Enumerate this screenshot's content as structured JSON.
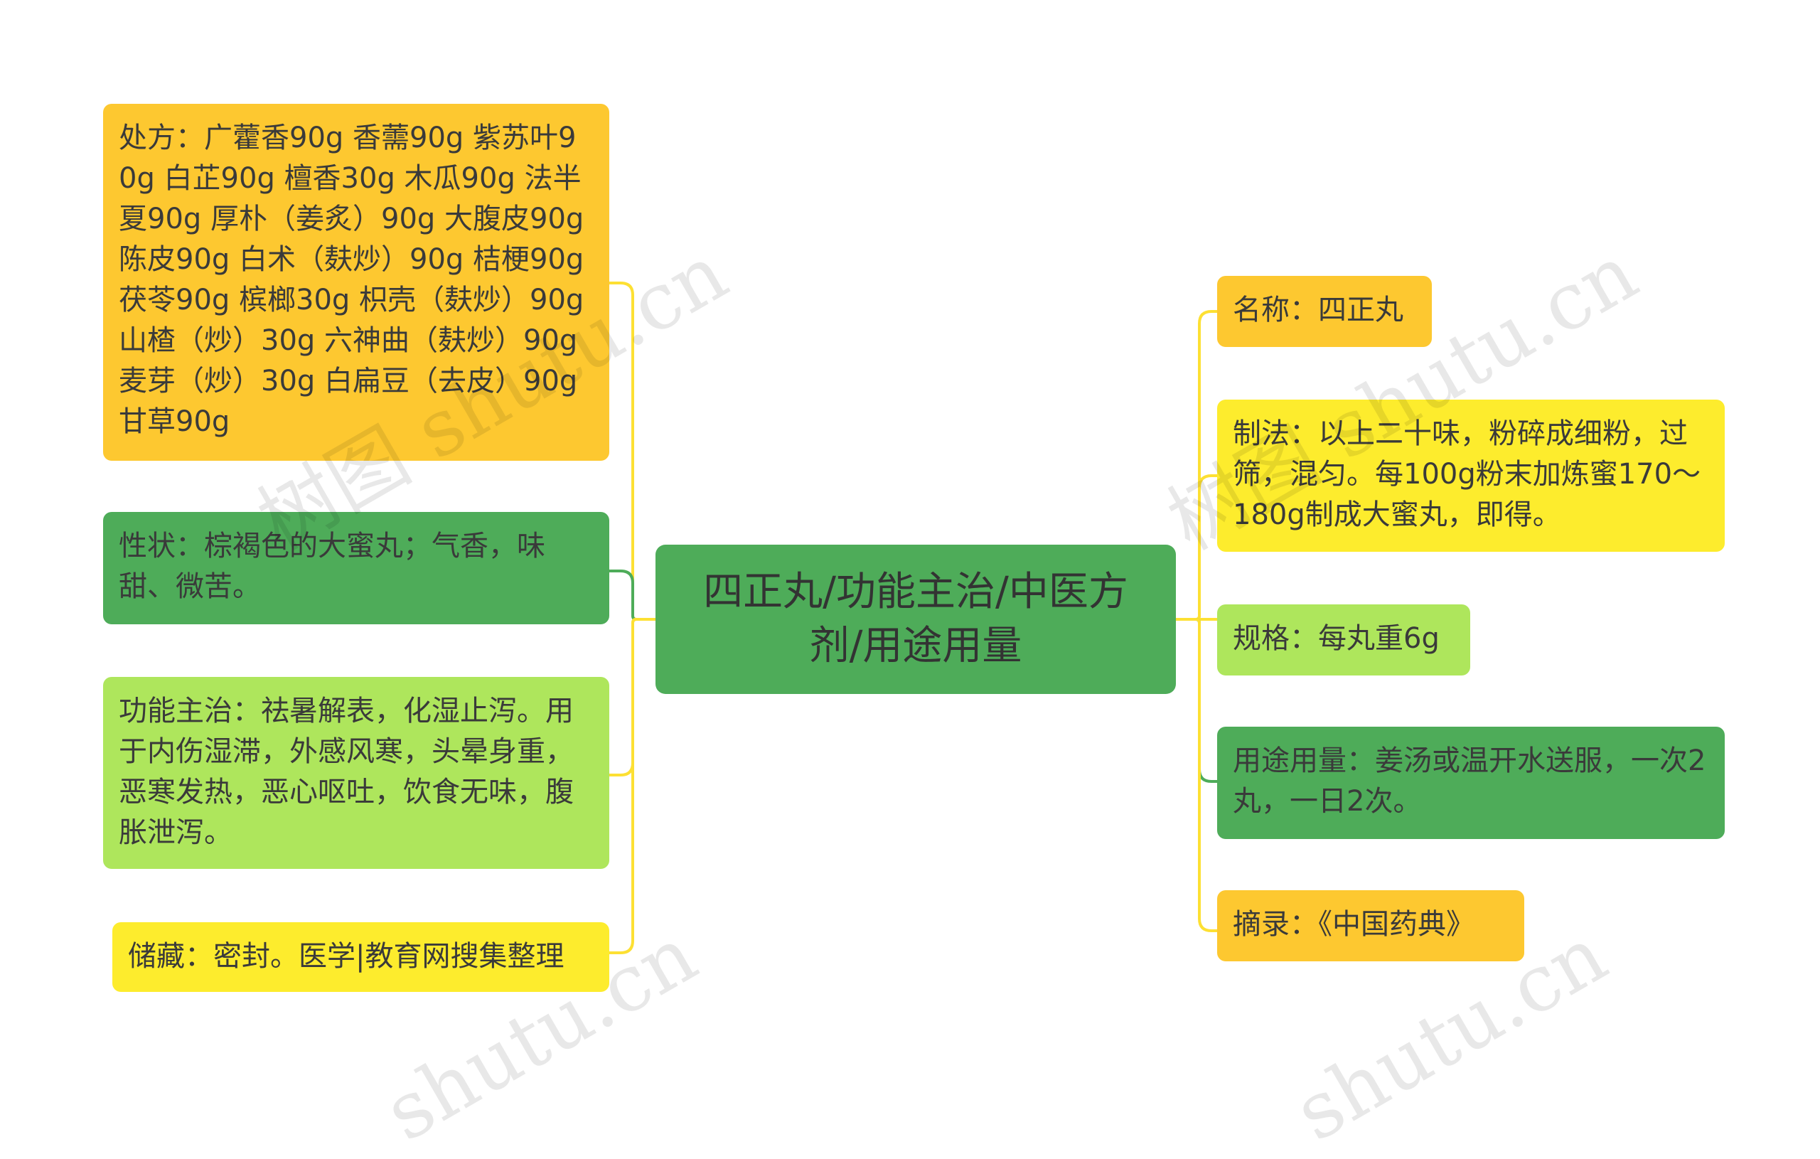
{
  "center": {
    "title": "四正丸/功能主治/中医方剂/用途用量"
  },
  "left_nodes": [
    {
      "id": "prescription",
      "text": "处方：广藿香90g 香薷90g 紫苏叶90g 白芷90g 檀香30g 木瓜90g 法半夏90g 厚朴（姜炙）90g 大腹皮90g 陈皮90g 白术（麸炒）90g 桔梗90g 茯苓90g 槟榔30g 枳壳（麸炒）90g 山楂（炒）30g 六神曲（麸炒）90g 麦芽（炒）30g 白扁豆（去皮）90g 甘草90g",
      "color": "#fdc830"
    },
    {
      "id": "properties",
      "text": "性状：棕褐色的大蜜丸；气香，味甜、微苦。",
      "color": "#4eac59"
    },
    {
      "id": "indications",
      "text": "功能主治：祛暑解表，化湿止泻。用于内伤湿滞，外感风寒，头晕身重，恶寒发热，恶心呕吐，饮食无味，腹胀泄泻。",
      "color": "#aee65c"
    },
    {
      "id": "storage",
      "text": "储藏：密封。医学|教育网搜集整理",
      "color": "#fdec2d"
    }
  ],
  "right_nodes": [
    {
      "id": "name",
      "text": "名称：四正丸",
      "color": "#fdc830"
    },
    {
      "id": "method",
      "text": "制法：以上二十味，粉碎成细粉，过筛，混匀。每100g粉末加炼蜜170～180g制成大蜜丸，即得。",
      "color": "#fdec2d"
    },
    {
      "id": "spec",
      "text": "规格：每丸重6g",
      "color": "#aee65c"
    },
    {
      "id": "usage",
      "text": "用途用量：姜汤或温开水送服，一次2丸，一日2次。",
      "color": "#4eac59"
    },
    {
      "id": "source",
      "text": "摘录：《中国药典》",
      "color": "#fdc830"
    }
  ],
  "watermarks": [
    "树图 shutu.cn",
    "树图 shutu.cn",
    "shutu.cn",
    "shutu.cn"
  ],
  "colors": {
    "connector_yellow": "#fde033",
    "connector_green": "#4eac59"
  }
}
